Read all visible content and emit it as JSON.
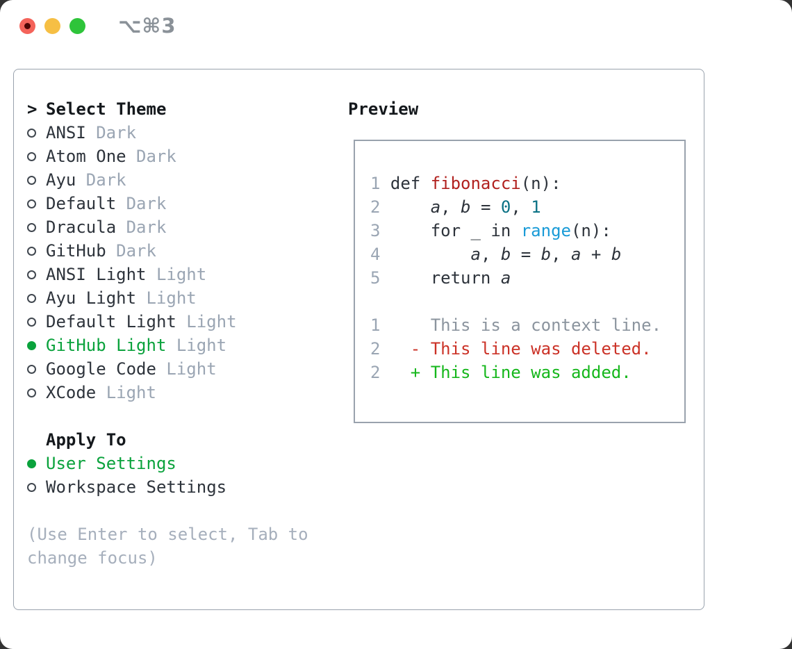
{
  "titlebar": {
    "shortcut": "⌥⌘3"
  },
  "colors": {
    "text": "#2d333b",
    "muted": "#9aa5b3",
    "hint": "#a6afbc",
    "header": "#14181c",
    "green": "#0aa23c",
    "lineno": "#9aa5b3",
    "border": "#99a2ad",
    "code_red": "#b1211f",
    "code_teal": "#0b7285",
    "code_blue": "#1a9bd7",
    "diff_context": "#8b949e",
    "diff_red": "#cb3227",
    "diff_green": "#16b71c",
    "dot_red": "#f4635a",
    "dot_red_inner": "#4d0503",
    "dot_yellow": "#f6bf44",
    "dot_green": "#2ec43a",
    "shortcut": "#8a9198"
  },
  "theme_picker": {
    "prompt": ">",
    "title": "Select Theme",
    "themes": [
      {
        "name": "ANSI",
        "variant": "Dark",
        "selected": false
      },
      {
        "name": "Atom One",
        "variant": "Dark",
        "selected": false
      },
      {
        "name": "Ayu",
        "variant": "Dark",
        "selected": false
      },
      {
        "name": "Default",
        "variant": "Dark",
        "selected": false
      },
      {
        "name": "Dracula",
        "variant": "Dark",
        "selected": false
      },
      {
        "name": "GitHub",
        "variant": "Dark",
        "selected": false
      },
      {
        "name": "ANSI Light",
        "variant": "Light",
        "selected": false
      },
      {
        "name": "Ayu Light",
        "variant": "Light",
        "selected": false
      },
      {
        "name": "Default Light",
        "variant": "Light",
        "selected": false
      },
      {
        "name": "GitHub Light",
        "variant": "Light",
        "selected": true
      },
      {
        "name": "Google Code",
        "variant": "Light",
        "selected": false
      },
      {
        "name": "XCode",
        "variant": "Light",
        "selected": false
      }
    ],
    "apply_to": {
      "title": "Apply To",
      "options": [
        {
          "label": "User Settings",
          "selected": true
        },
        {
          "label": "Workspace Settings",
          "selected": false
        }
      ]
    },
    "hint": "(Use Enter to select, Tab to\nchange focus)"
  },
  "preview": {
    "title": "Preview",
    "code_lines": [
      {
        "num": "1",
        "segments": [
          {
            "t": "def ",
            "s": "plain"
          },
          {
            "t": "fibonacci",
            "s": "func"
          },
          {
            "t": "(n):",
            "s": "plain"
          }
        ]
      },
      {
        "num": "2",
        "segments": [
          {
            "t": "    ",
            "s": "plain"
          },
          {
            "t": "a",
            "s": "var"
          },
          {
            "t": ", ",
            "s": "plain"
          },
          {
            "t": "b",
            "s": "var"
          },
          {
            "t": " = ",
            "s": "plain"
          },
          {
            "t": "0",
            "s": "num"
          },
          {
            "t": ", ",
            "s": "plain"
          },
          {
            "t": "1",
            "s": "num"
          }
        ]
      },
      {
        "num": "3",
        "segments": [
          {
            "t": "    for _ in ",
            "s": "plain"
          },
          {
            "t": "range",
            "s": "builtin"
          },
          {
            "t": "(n):",
            "s": "plain"
          }
        ]
      },
      {
        "num": "4",
        "segments": [
          {
            "t": "        ",
            "s": "plain"
          },
          {
            "t": "a",
            "s": "var"
          },
          {
            "t": ", ",
            "s": "plain"
          },
          {
            "t": "b",
            "s": "var"
          },
          {
            "t": " = ",
            "s": "plain"
          },
          {
            "t": "b",
            "s": "var"
          },
          {
            "t": ", ",
            "s": "plain"
          },
          {
            "t": "a",
            "s": "var"
          },
          {
            "t": " + ",
            "s": "plain"
          },
          {
            "t": "b",
            "s": "var"
          }
        ]
      },
      {
        "num": "5",
        "segments": [
          {
            "t": "    return ",
            "s": "plain"
          },
          {
            "t": "a",
            "s": "var"
          }
        ]
      }
    ],
    "diff_lines": [
      {
        "num": "1",
        "segments": [
          {
            "t": "    This is a context line.",
            "s": "context"
          }
        ]
      },
      {
        "num": "2",
        "segments": [
          {
            "t": "  - This line was deleted.",
            "s": "del"
          }
        ]
      },
      {
        "num": "2",
        "segments": [
          {
            "t": "  + This line was added.",
            "s": "add"
          }
        ]
      }
    ]
  }
}
